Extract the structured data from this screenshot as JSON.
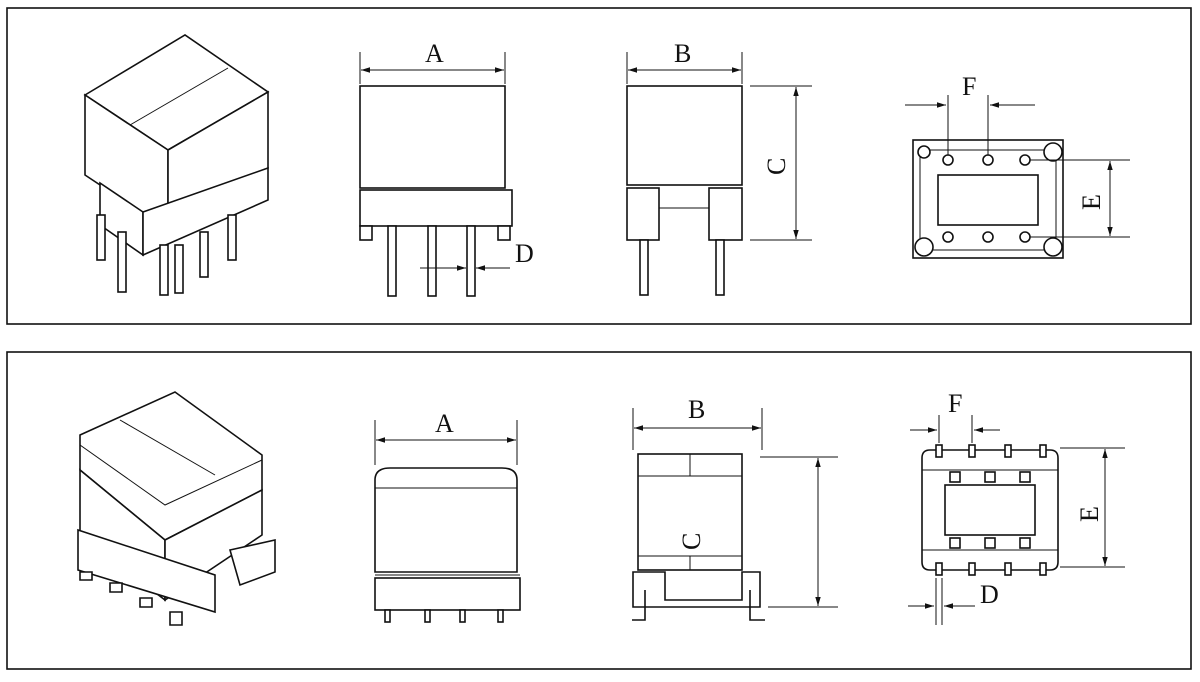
{
  "top_panel": {
    "labels": {
      "a": "A",
      "b": "B",
      "c": "C",
      "d": "D",
      "e": "E",
      "f": "F"
    }
  },
  "bottom_panel": {
    "labels": {
      "a": "A",
      "b": "B",
      "c": "C",
      "d": "D",
      "e": "E",
      "f": "F"
    }
  },
  "colors": {
    "line": "#111111",
    "background": "#ffffff"
  }
}
